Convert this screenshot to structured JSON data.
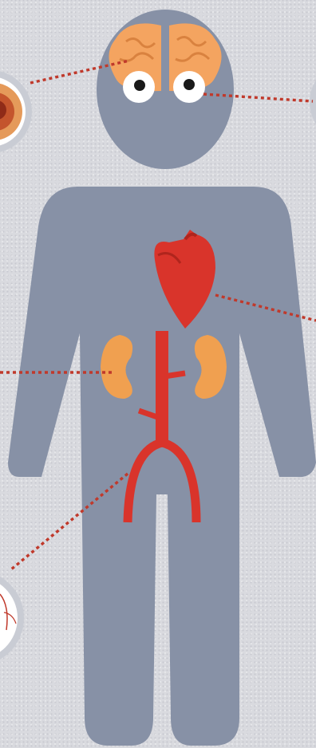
{
  "diagram": {
    "figure": "human-body-silhouette",
    "organs": [
      "brain",
      "eyes",
      "heart",
      "kidneys",
      "blood-vessels"
    ],
    "colors": {
      "background": "#d9dadf",
      "body": "#8791a6",
      "brain": "#f4a460",
      "brain_lines": "#d9823f",
      "heart": "#d9342b",
      "kidney": "#f0a050",
      "vessels": "#d9342b",
      "leader_lines": "#c0392b",
      "callout_ring": "#c9ccd4"
    },
    "callouts": [
      "brain",
      "eyes",
      "kidney",
      "heart",
      "blood-vessels"
    ]
  }
}
